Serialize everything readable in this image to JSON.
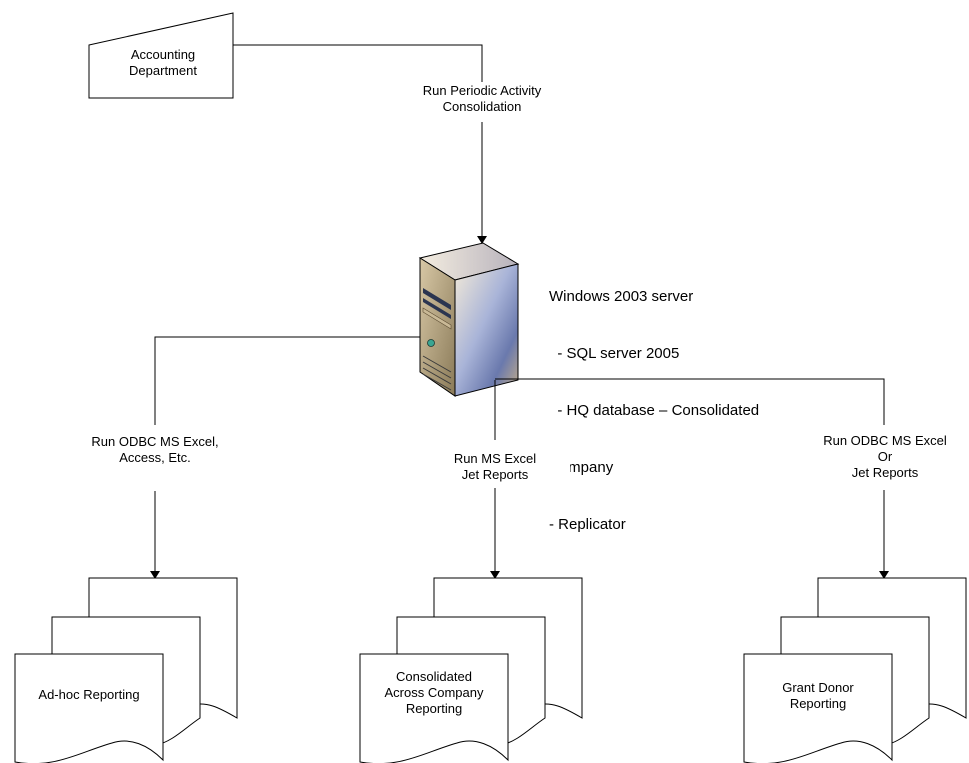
{
  "source_node": {
    "lines": [
      "Accounting",
      "Department"
    ]
  },
  "consolidation_label": {
    "lines": [
      "Run Periodic Activity",
      "Consolidation"
    ]
  },
  "server": {
    "icon": "server-tower-icon",
    "lines": [
      "Windows 2003 server",
      "  - SQL server 2005",
      "  - HQ database – Consolidated",
      "Company",
      "- Replicator"
    ]
  },
  "branches": [
    {
      "label_lines": [
        "Run ODBC MS Excel,",
        "Access, Etc."
      ],
      "report_lines": [
        "Ad-hoc Reporting"
      ]
    },
    {
      "label_lines": [
        "Run MS Excel",
        "Jet Reports"
      ],
      "report_lines": [
        "Consolidated",
        "Across Company",
        "Reporting"
      ]
    },
    {
      "label_lines": [
        "Run ODBC MS Excel",
        "Or",
        "Jet Reports"
      ],
      "report_lines": [
        "Grant Donor",
        "Reporting"
      ]
    }
  ],
  "colors": {
    "line": "#000000",
    "server_body": "#6b7aa8",
    "server_light": "#e8dcc4"
  }
}
